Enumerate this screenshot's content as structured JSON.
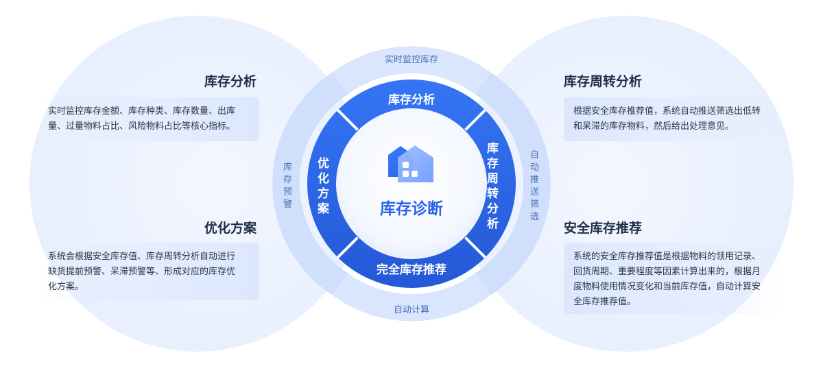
{
  "center": {
    "title": "库存诊断",
    "icon": "warehouse-icon"
  },
  "ring_segments": {
    "top": "库存分析",
    "right": "库存周转分析",
    "bottom": "完全库存推荐",
    "left": "优化方案"
  },
  "outer_band": {
    "top": "实时监控库存",
    "right": "自动推送筛选",
    "bottom": "自动计算",
    "left": "库存预警"
  },
  "panels": {
    "top_left": {
      "heading": "库存分析",
      "lines": [
        "实时监控库存金额、库存种类、库存数量、出库",
        "量、过量物料占比、风险物料占比等核心指标。"
      ]
    },
    "bottom_left": {
      "heading": "优化方案",
      "lines": [
        "系统会根据安全库存值、库存周转分析自动进行",
        "缺货提前预警、呆滞预警等、形成对应的库存优",
        "化方案。"
      ]
    },
    "top_right": {
      "heading": "库存周转分析",
      "lines": [
        "根据安全库存推荐值，系统自动推送筛选出低转",
        "和呆滞的库存物料，然后给出处理意见。"
      ]
    },
    "bottom_right": {
      "heading": "安全库存推荐",
      "lines": [
        "系统的安全库存推荐值是根据物料的领用记录、",
        "回货周期、重要程度等因素计算出来的，根据月",
        "度物料使用情况变化和当前库存值，自动计算安",
        "全库存推荐值。"
      ]
    }
  },
  "colors": {
    "primary": "#2f6cf0",
    "primary_dark": "#2458d6",
    "band": "#d6e4fd",
    "bubble": "#eef3fe",
    "heading": "#1f2d46"
  }
}
